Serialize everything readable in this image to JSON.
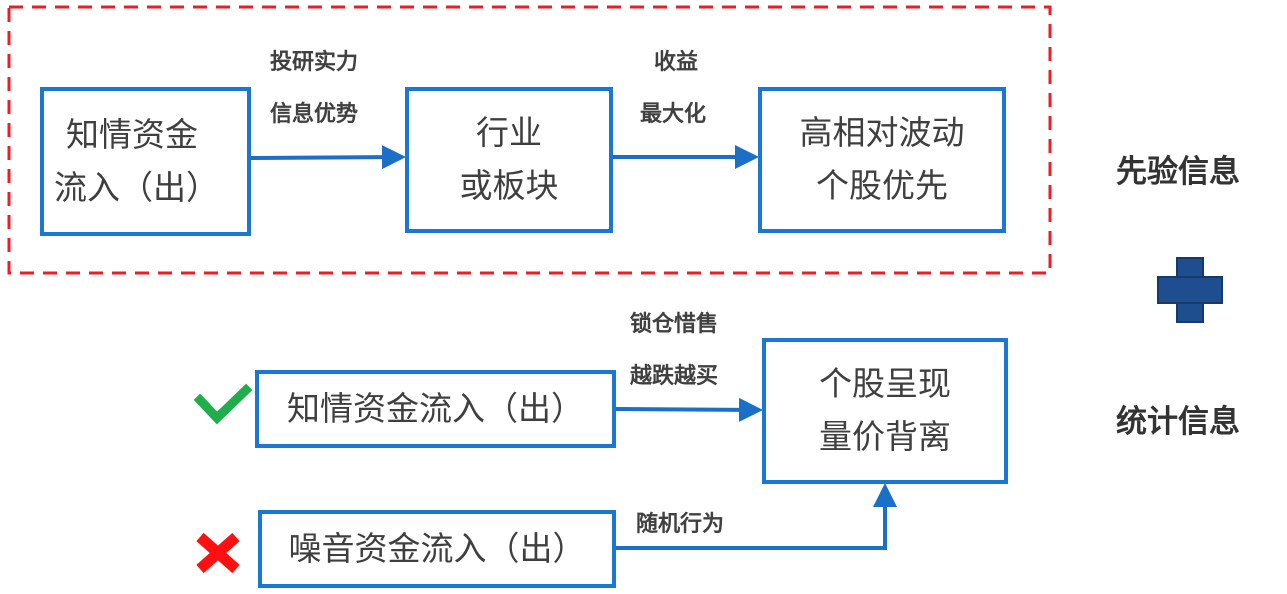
{
  "top_group": {
    "source_box": {
      "line1": "知情资金",
      "line2": "流入（出）"
    },
    "arrow1_label": {
      "line1": "投研实力",
      "line2": "信息优势"
    },
    "industry_box": {
      "line1": "行业",
      "line2": "或板块"
    },
    "arrow2_label": {
      "line1": "收益",
      "line2": "最大化"
    },
    "target_box": {
      "line1": "高相对波动",
      "line2": "个股优先"
    }
  },
  "bottom_group": {
    "informed_box": "知情资金流入（出）",
    "noise_box": "噪音资金流入（出）",
    "arrow_informed_label": {
      "line1": "锁仓惜售",
      "line2": "越跌越买"
    },
    "arrow_noise_label": "随机行为",
    "result_box": {
      "line1": "个股呈现",
      "line2": "量价背离"
    }
  },
  "side": {
    "prior": "先验信息",
    "statistical": "统计信息"
  },
  "colors": {
    "box_border": "#1a78d2",
    "dashed": "#ee1c24",
    "check": "#1fae4b",
    "cross": "#ff1010",
    "plus": "#1f4e8f"
  }
}
